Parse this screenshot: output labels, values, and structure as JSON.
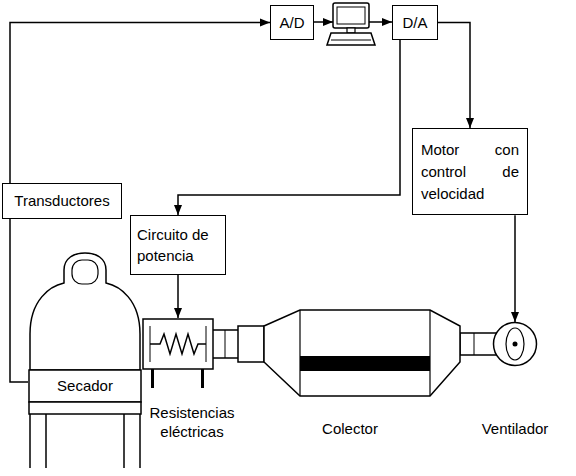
{
  "diagram": {
    "nodes": [
      {
        "text": [
          "A/D"
        ]
      },
      {
        "text": [
          "D/A"
        ]
      },
      {
        "text": [
          "Transductores"
        ]
      },
      {
        "text": [
          "Circuito de potencia"
        ]
      },
      {
        "text": [
          "Motor con control de velocidad"
        ]
      },
      {
        "text": [
          "Secador"
        ]
      },
      {
        "text": [
          "Resistencias eléctricas"
        ]
      },
      {
        "text": [
          "Colector"
        ]
      },
      {
        "text": [
          "Ventilador"
        ]
      }
    ],
    "edges": [
      {
        "from": 5,
        "to": 2,
        "arrow": "none"
      },
      {
        "from": 2,
        "to": 0,
        "arrow": "to"
      },
      {
        "from": 1,
        "to": 3,
        "arrow": "to"
      },
      {
        "from": 1,
        "to": 4,
        "arrow": "to"
      },
      {
        "from": 3,
        "to": 6,
        "arrow": "to"
      },
      {
        "from": 4,
        "to": 8,
        "arrow": "to"
      }
    ]
  }
}
